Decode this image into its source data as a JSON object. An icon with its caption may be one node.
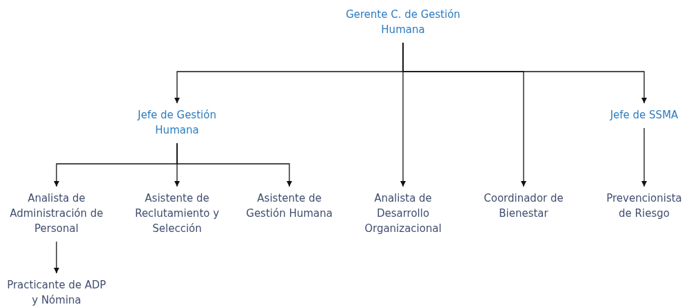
{
  "diagram": {
    "nodes": [
      {
        "text": [
          "Gerente C. de Gestión Humana"
        ]
      },
      {
        "text": [
          "Jefe de Gestión Humana"
        ]
      },
      {
        "text": [
          "Jefe de SSMA"
        ]
      },
      {
        "text": [
          "Analista de Administración de Personal"
        ]
      },
      {
        "text": [
          "Asistente de Reclutamiento y Selección"
        ]
      },
      {
        "text": [
          "Asistente de Gestión Humana"
        ]
      },
      {
        "text": [
          "Analista de Desarrollo Organizacional"
        ]
      },
      {
        "text": [
          "Coordinador de Bienestar"
        ]
      },
      {
        "text": [
          "Prevencionista de Riesgo"
        ]
      },
      {
        "text": [
          "Practicante de ADP y Nómina"
        ]
      }
    ],
    "edges": [
      {
        "from": 0,
        "to": 1,
        "arrow": "to"
      },
      {
        "from": 0,
        "to": 6,
        "arrow": "to"
      },
      {
        "from": 0,
        "to": 7,
        "arrow": "to"
      },
      {
        "from": 0,
        "to": 2,
        "arrow": "to"
      },
      {
        "from": 1,
        "to": 3,
        "arrow": "to"
      },
      {
        "from": 1,
        "to": 4,
        "arrow": "to"
      },
      {
        "from": 1,
        "to": 5,
        "arrow": "to"
      },
      {
        "from": 2,
        "to": 8,
        "arrow": "to"
      },
      {
        "from": 3,
        "to": 9,
        "arrow": "to"
      }
    ]
  }
}
